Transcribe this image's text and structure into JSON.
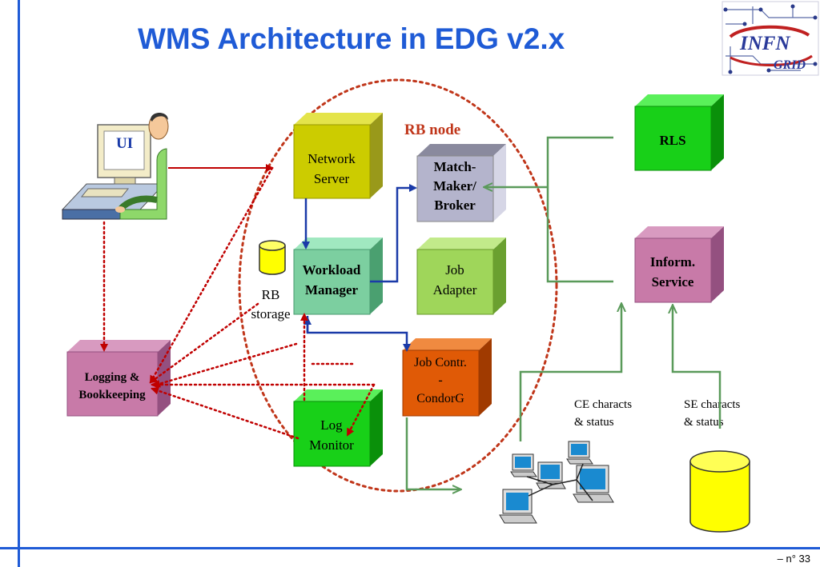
{
  "title": "WMS Architecture in EDG v2.x",
  "logo": {
    "line1": "INFN",
    "line2": "GRID"
  },
  "ui_label": "UI",
  "rb_node_label": "RB node",
  "boxes": {
    "network_server": [
      "Network",
      "Server"
    ],
    "matchmaker": [
      "Match-",
      "Maker/",
      "Broker"
    ],
    "workload_manager": [
      "Workload",
      "Manager"
    ],
    "job_adapter": [
      "Job",
      "Adapter"
    ],
    "job_contr": [
      "Job Contr.",
      "-",
      "CondorG"
    ],
    "log_monitor": [
      "Log",
      "Monitor"
    ],
    "logging": [
      "Logging &",
      "Bookkeeping"
    ],
    "rls": [
      "RLS"
    ],
    "inform": [
      "Inform.",
      "Service"
    ]
  },
  "rb_storage": [
    "RB",
    "storage"
  ],
  "ce_label": [
    "CE characts",
    "& status"
  ],
  "se_label": [
    "SE characts",
    "& status"
  ],
  "page_number": "–  n° 33",
  "colors": {
    "title": "#1f5bd6",
    "rule": "#1f5bd6",
    "yellow_box": "#cccc00",
    "grey_box": "#b4b4cc",
    "teal_box": "#7ccfa0",
    "lime_box": "#9fd65a",
    "orange_box": "#e05a06",
    "green_box": "#18d018",
    "pink_box": "#c87aa8",
    "ellipse": "#c0361a",
    "blue_arrow": "#1a3aa8",
    "green_line": "#5a9a5a",
    "red_dotted": "#c00000"
  }
}
